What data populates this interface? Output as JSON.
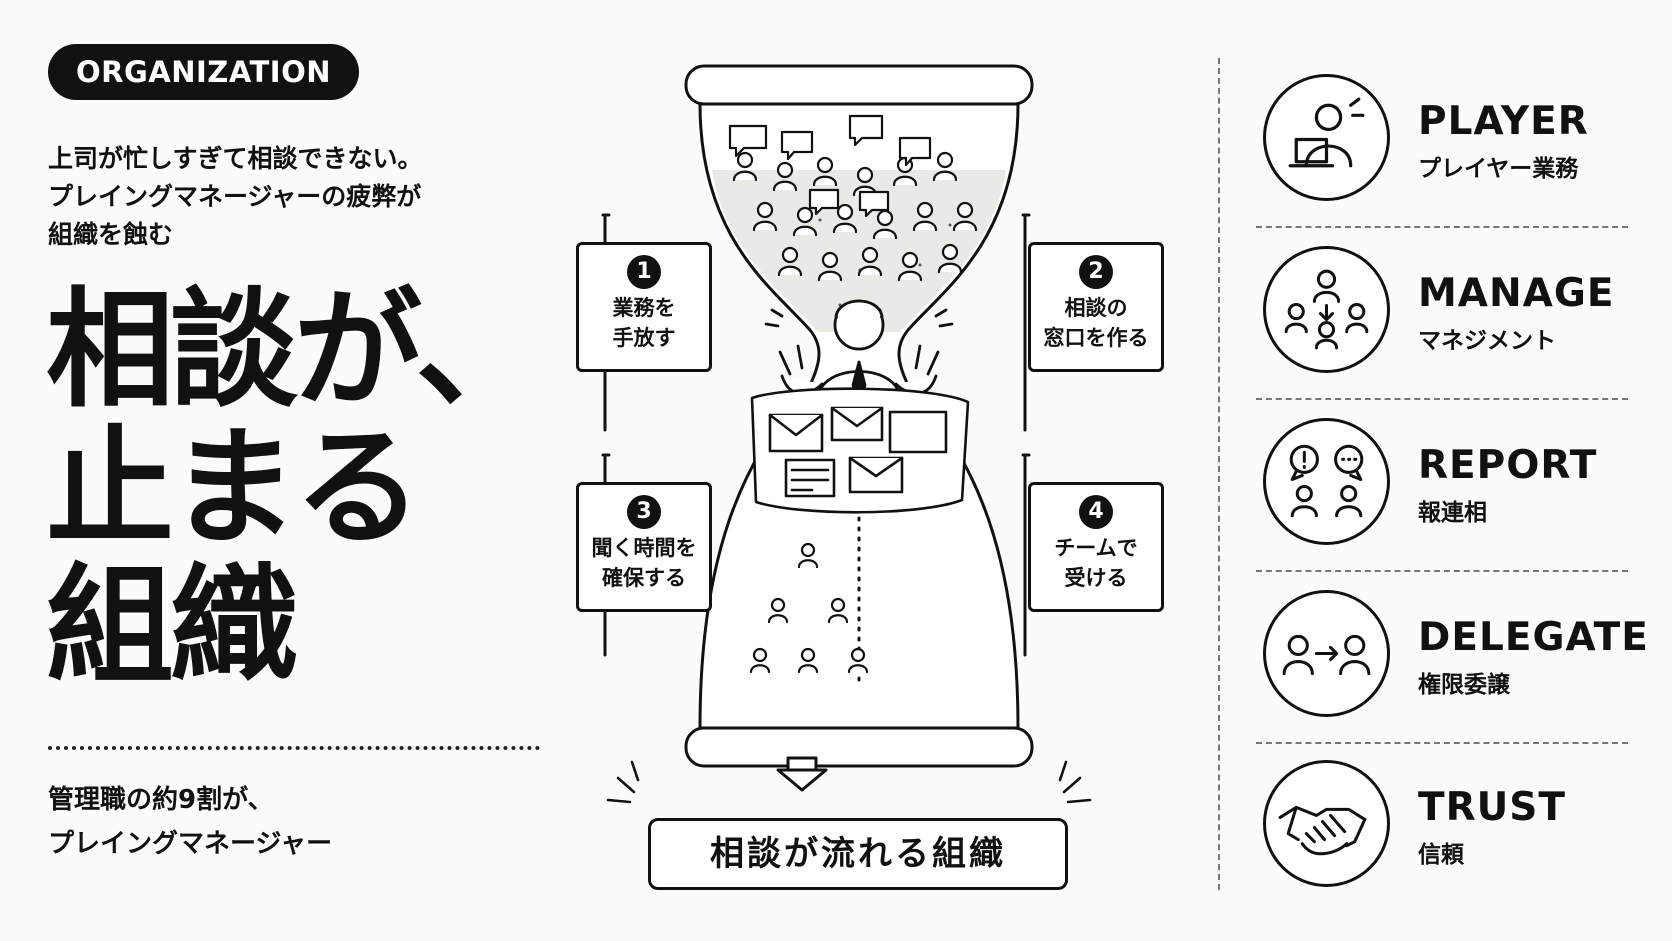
{
  "badge": "ORGANIZATION",
  "subtitle_lines": [
    "上司が忙しすぎて相談できない。",
    "プレイングマネージャーの疲弊が",
    "組織を蝕む"
  ],
  "headline_lines": [
    "相談が、",
    "止まる",
    "組織"
  ],
  "stat_lines": [
    "管理職の約9割が、",
    "プレイングマネージャー"
  ],
  "signs": [
    {
      "num": "1",
      "text": "業務を\n手放す"
    },
    {
      "num": "2",
      "text": "相談の\n窓口を作る"
    },
    {
      "num": "3",
      "text": "聞く時間を\n確保する"
    },
    {
      "num": "4",
      "text": "チームで\n受ける"
    }
  ],
  "banner": "相談が流れる組織",
  "roles": [
    {
      "title": "PLAYER",
      "subtitle": "プレイヤー業務",
      "icon": "laptop-person-icon"
    },
    {
      "title": "MANAGE",
      "subtitle": "マネジメント",
      "icon": "team-hierarchy-icon"
    },
    {
      "title": "REPORT",
      "subtitle": "報連相",
      "icon": "speech-bubbles-icon"
    },
    {
      "title": "DELEGATE",
      "subtitle": "権限委譲",
      "icon": "handoff-arrow-icon"
    },
    {
      "title": "TRUST",
      "subtitle": "信頼",
      "icon": "handshake-icon"
    }
  ]
}
